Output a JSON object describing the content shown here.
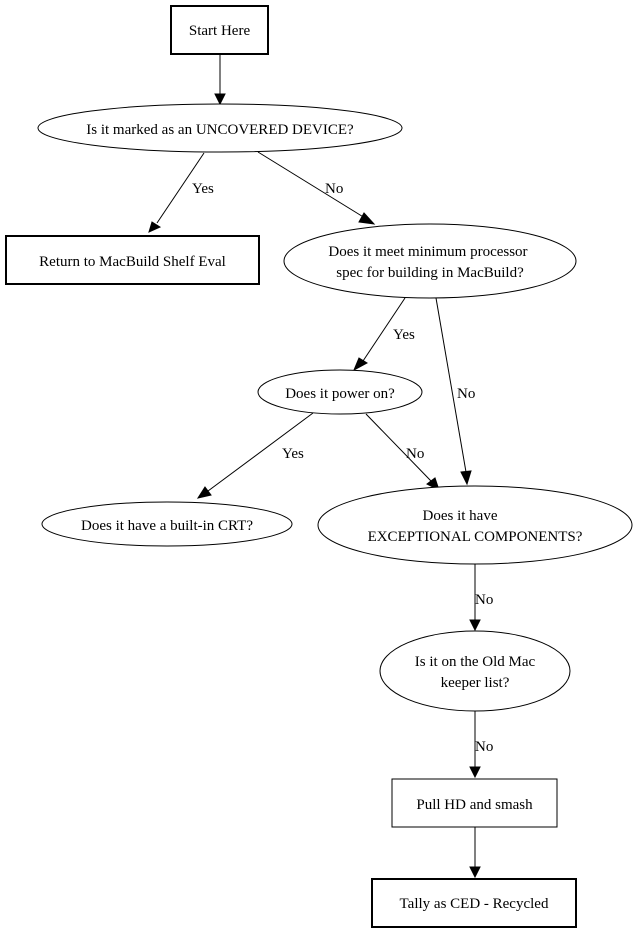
{
  "nodes": {
    "start": {
      "label": "Start Here"
    },
    "uncovered": {
      "label": "Is it marked as an UNCOVERED DEVICE?"
    },
    "return_shelf": {
      "label": "Return to MacBuild Shelf Eval"
    },
    "min_spec": {
      "line1": "Does it meet minimum processor",
      "line2": "spec for building in MacBuild?"
    },
    "power_on": {
      "label": "Does it power on?"
    },
    "crt": {
      "label": "Does it have a built-in CRT?"
    },
    "exceptional": {
      "line1": "Does it have",
      "line2": "EXCEPTIONAL COMPONENTS?"
    },
    "keeper": {
      "line1": "Is it on the Old Mac",
      "line2": "keeper list?"
    },
    "pull_hd": {
      "label": "Pull HD and smash"
    },
    "tally": {
      "label": "Tally as CED - Recycled"
    }
  },
  "edges": {
    "uncovered_yes": "Yes",
    "uncovered_no": "No",
    "spec_yes": "Yes",
    "spec_no": "No",
    "power_yes": "Yes",
    "power_no": "No",
    "exceptional_no": "No",
    "keeper_no": "No"
  }
}
